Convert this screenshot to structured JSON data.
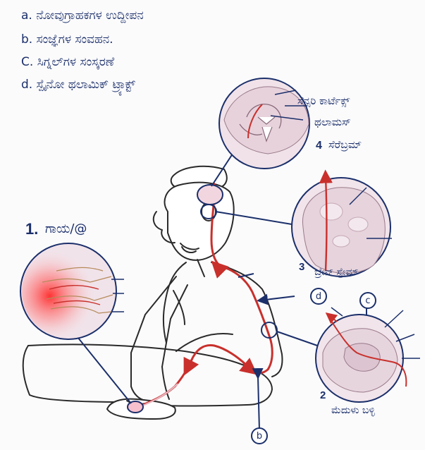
{
  "legend": [
    {
      "letter": "a.",
      "text": "ನೋವುಗ್ರಾಹಕಗಳ ಉದ್ದೀಪನ"
    },
    {
      "letter": "b.",
      "text": "ಸಂಜ್ಞೆಗಳ ಸಂವಹನ."
    },
    {
      "letter": "C.",
      "text": "ಸಿಗ್ನಲ್‌ಗಳ ಸಂಸ್ಕರಣೆ"
    },
    {
      "letter": "d.",
      "text": "ಸ್ಪೈನೋ ಥಲಾಮಿಕ್ ಟ್ರ್ಯಾಕ್ಟ್"
    }
  ],
  "stages": {
    "injury_number": "1.",
    "injury_label": "ಗಾಯ/@",
    "spinal_number": "2",
    "spinal_label": "ಮೆದುಳು ಬಳ್ಳಿ",
    "brainstem_number": "3",
    "brainstem_label": "ಬ್ರೇನ್ ಸ್ಟೇಮ್",
    "cerebrum_number": "4",
    "cerebrum_label": "ಸೆರೆಬ್ರಮ್",
    "sensory_cortex_label": "ಸೆನ್ಸರಿ ಕಾರ್ಟೆಕ್ಸ್",
    "thalamus_label": "ಥಲಾಮಸ್"
  },
  "tags": {
    "d": "d",
    "c": "c",
    "b": "b"
  },
  "colors": {
    "ink": "#1b2f6a",
    "nerve": "#c9302c",
    "tissue": "#eddde6"
  }
}
